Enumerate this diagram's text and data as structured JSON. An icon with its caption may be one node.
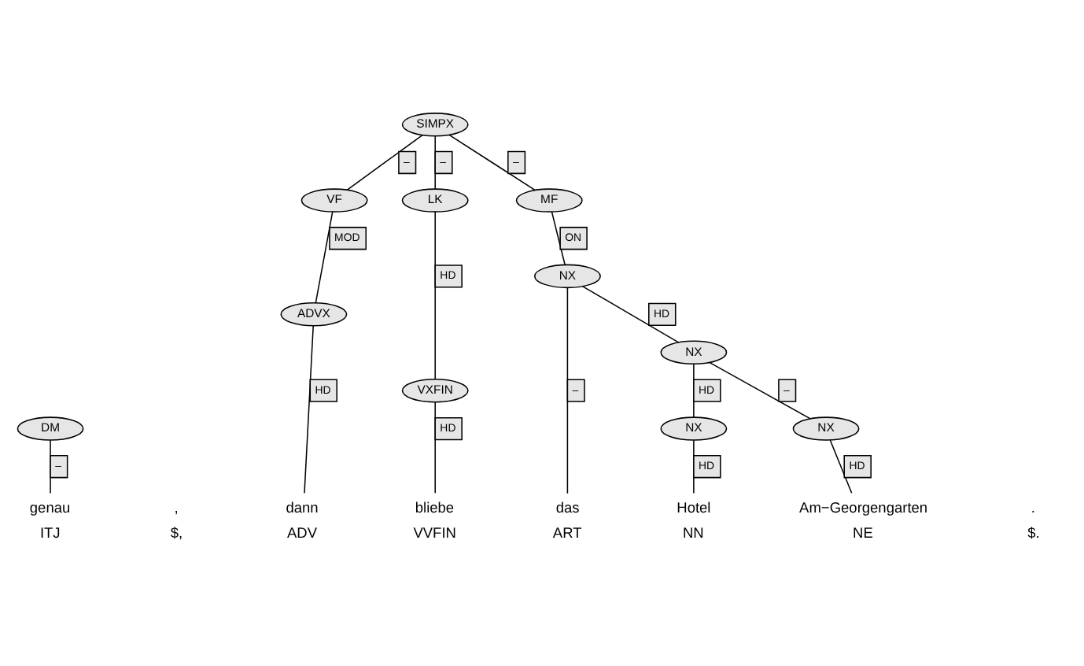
{
  "diagram": {
    "nodes": [
      {
        "text": [
          "SIMPX"
        ]
      },
      {
        "text": [
          "MF"
        ]
      },
      {
        "text": [
          "NX"
        ]
      },
      {
        "text": [
          "VF"
        ]
      },
      {
        "text": [
          "LK"
        ]
      },
      {
        "text": [
          "NX"
        ]
      },
      {
        "text": [
          "DM"
        ]
      },
      {
        "text": [
          "ADVX"
        ]
      },
      {
        "text": [
          "VXFIN"
        ]
      },
      {
        "text": [
          "NX"
        ]
      },
      {
        "text": [
          "NX"
        ]
      },
      {
        "text": [
          "genau"
        ],
        "beside": [
          "ITJ"
        ]
      },
      {
        "text": [
          ","
        ],
        "beside": [
          "$,"
        ]
      },
      {
        "text": [
          "dann"
        ],
        "beside": [
          "ADV"
        ]
      },
      {
        "text": [
          "bliebe"
        ],
        "beside": [
          "VVFIN"
        ]
      },
      {
        "text": [
          "das"
        ],
        "beside": [
          "ART"
        ]
      },
      {
        "text": [
          "Hotel"
        ],
        "beside": [
          "NN"
        ]
      },
      {
        "text": [
          "Am−Georgengarten"
        ],
        "beside": [
          "NE"
        ]
      },
      {
        "text": [
          "."
        ],
        "beside": [
          "$."
        ]
      }
    ],
    "edges": [
      {
        "from": 0,
        "to": 3,
        "arrow": "none",
        "label": "–"
      },
      {
        "from": 0,
        "to": 4,
        "arrow": "none",
        "label": "–"
      },
      {
        "from": 0,
        "to": 1,
        "arrow": "none",
        "label": "–"
      },
      {
        "from": 1,
        "to": 2,
        "arrow": "none",
        "label": "ON"
      },
      {
        "from": 2,
        "to": 15,
        "arrow": "none",
        "label": "–"
      },
      {
        "from": 2,
        "to": 5,
        "arrow": "none",
        "label": "HD"
      },
      {
        "from": 3,
        "to": 7,
        "arrow": "none",
        "label": "MOD"
      },
      {
        "from": 4,
        "to": 8,
        "arrow": "none",
        "label": "HD"
      },
      {
        "from": 5,
        "to": 9,
        "arrow": "none",
        "label": "HD"
      },
      {
        "from": 5,
        "to": 10,
        "arrow": "none",
        "label": "–"
      },
      {
        "from": 6,
        "to": 11,
        "arrow": "none",
        "label": "–"
      },
      {
        "from": 7,
        "to": 13,
        "arrow": "none",
        "label": "HD"
      },
      {
        "from": 8,
        "to": 14,
        "arrow": "none",
        "label": "HD"
      },
      {
        "from": 9,
        "to": 16,
        "arrow": "none",
        "label": "HD"
      },
      {
        "from": 10,
        "to": 17,
        "arrow": "none",
        "label": "HD"
      }
    ]
  }
}
